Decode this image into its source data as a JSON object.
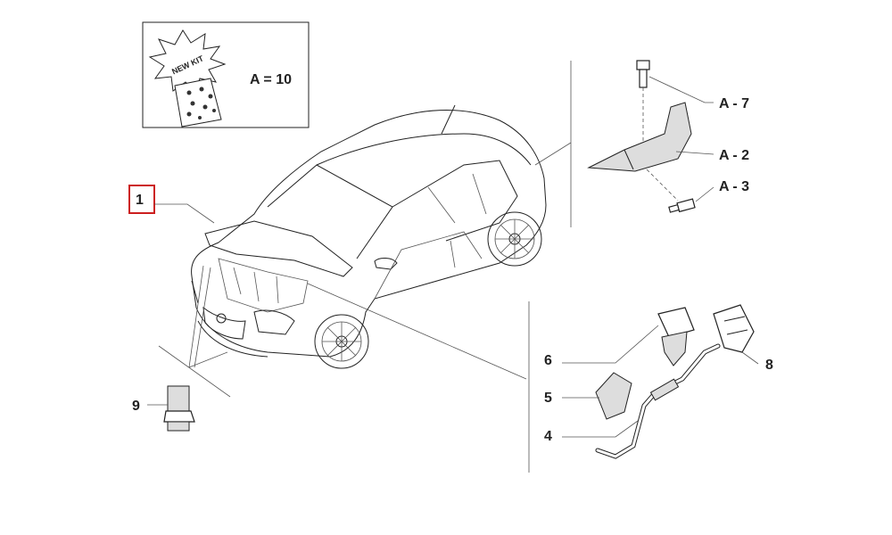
{
  "kit": {
    "badge": "NEW KIT",
    "label": "A = 10"
  },
  "callouts": [
    {
      "id": "1",
      "highlighted": true
    },
    {
      "id": "A - 7"
    },
    {
      "id": "A - 2"
    },
    {
      "id": "A - 3"
    },
    {
      "id": "6"
    },
    {
      "id": "5"
    },
    {
      "id": "4"
    },
    {
      "id": "8"
    },
    {
      "id": "9"
    }
  ],
  "colors": {
    "highlight": "#cc1f1f",
    "line": "#222222"
  }
}
